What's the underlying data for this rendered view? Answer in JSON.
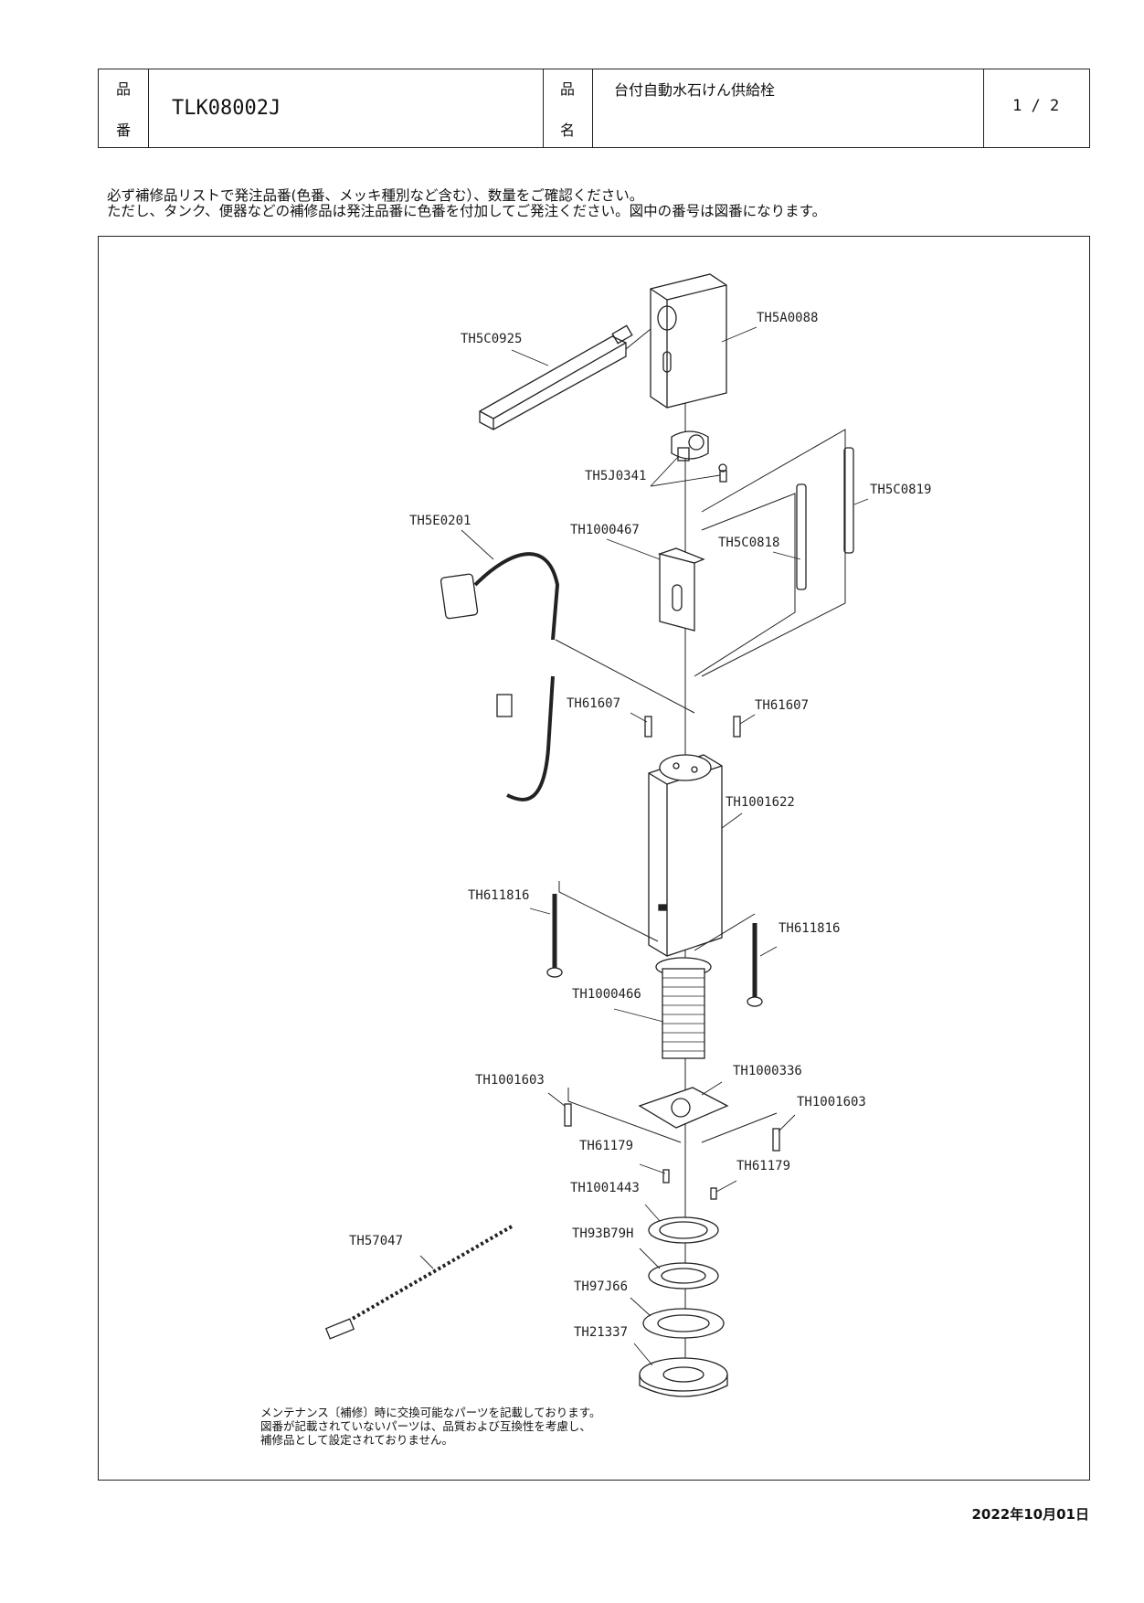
{
  "header": {
    "hinban_label_1": "品",
    "hinban_label_2": "番",
    "product_code": "TLK08002J",
    "hinmei_label_1": "品",
    "hinmei_label_2": "名",
    "product_name": "台付自動水石けん供給栓",
    "page": "1 / 2"
  },
  "notes": {
    "line1": "必ず補修品リストで発注品番(色番、メッキ種別など含む）、数量をご確認ください。",
    "line2": "ただし、タンク、便器などの補修品は発注品番に色番を付加してご発注ください。図中の番号は図番になります。"
  },
  "parts": {
    "p1": "TH5C0925",
    "p2": "TH5A0088",
    "p3": "TH5J0341",
    "p4": "TH5C0819",
    "p5": "TH5E0201",
    "p6": "TH1000467",
    "p7": "TH5C0818",
    "p8": "TH61607",
    "p9": "TH61607",
    "p10": "TH1001622",
    "p11": "TH611816",
    "p12": "TH611816",
    "p13": "TH1000466",
    "p14": "TH1001603",
    "p15": "TH1000336",
    "p16": "TH1001603",
    "p17": "TH61179",
    "p18": "TH61179",
    "p19": "TH1001443",
    "p20": "TH93B79H",
    "p21": "TH57047",
    "p22": "TH97J66",
    "p23": "TH21337"
  },
  "maintenance_note": {
    "line1": "メンテナンス〔補修〕時に交換可能なパーツを記載しております。",
    "line2": "図番が記載されていないパーツは、品質および互換性を考慮し、",
    "line3": "補修品として設定されておりません。"
  },
  "date": "2022年10月01日"
}
